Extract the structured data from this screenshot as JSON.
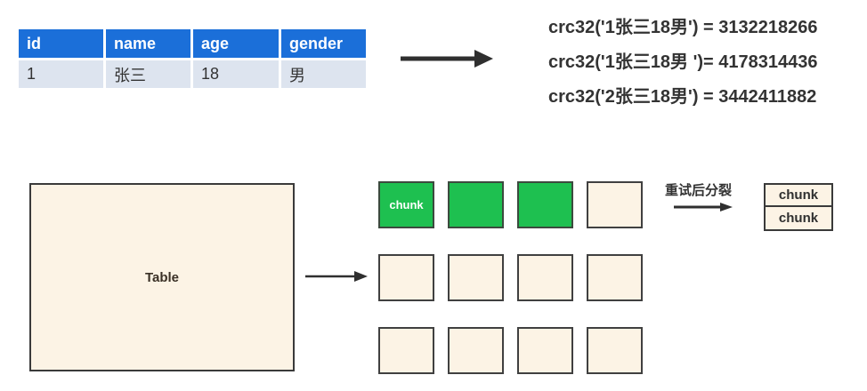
{
  "mini_table": {
    "headers": [
      "id",
      "name",
      "age",
      "gender"
    ],
    "rows": [
      [
        "1",
        "张三",
        "18",
        "男"
      ]
    ]
  },
  "crc": {
    "lines": [
      "crc32('1张三18男') = 3132218266",
      "crc32('1张三18男 ')= 4178314436",
      "crc32('2张三18男') = 3442411882"
    ]
  },
  "table_box": {
    "label": "Table"
  },
  "grid": {
    "cells": [
      {
        "state": "green",
        "label": "chunk"
      },
      {
        "state": "green",
        "label": ""
      },
      {
        "state": "green",
        "label": ""
      },
      {
        "state": "plain",
        "label": ""
      },
      {
        "state": "plain",
        "label": ""
      },
      {
        "state": "plain",
        "label": ""
      },
      {
        "state": "plain",
        "label": ""
      },
      {
        "state": "plain",
        "label": ""
      },
      {
        "state": "plain",
        "label": ""
      },
      {
        "state": "plain",
        "label": ""
      },
      {
        "state": "plain",
        "label": ""
      },
      {
        "state": "plain",
        "label": ""
      }
    ]
  },
  "split": {
    "arrow_label": "重试后分裂",
    "result_chunks": [
      "chunk",
      "chunk"
    ]
  },
  "colors": {
    "header_blue": "#1b6fd9",
    "row_blue": "#dde4ef",
    "beige": "#fcf3e5",
    "green": "#1ec050",
    "border_dark": "#3a3a3a",
    "text_dark": "#333333"
  }
}
